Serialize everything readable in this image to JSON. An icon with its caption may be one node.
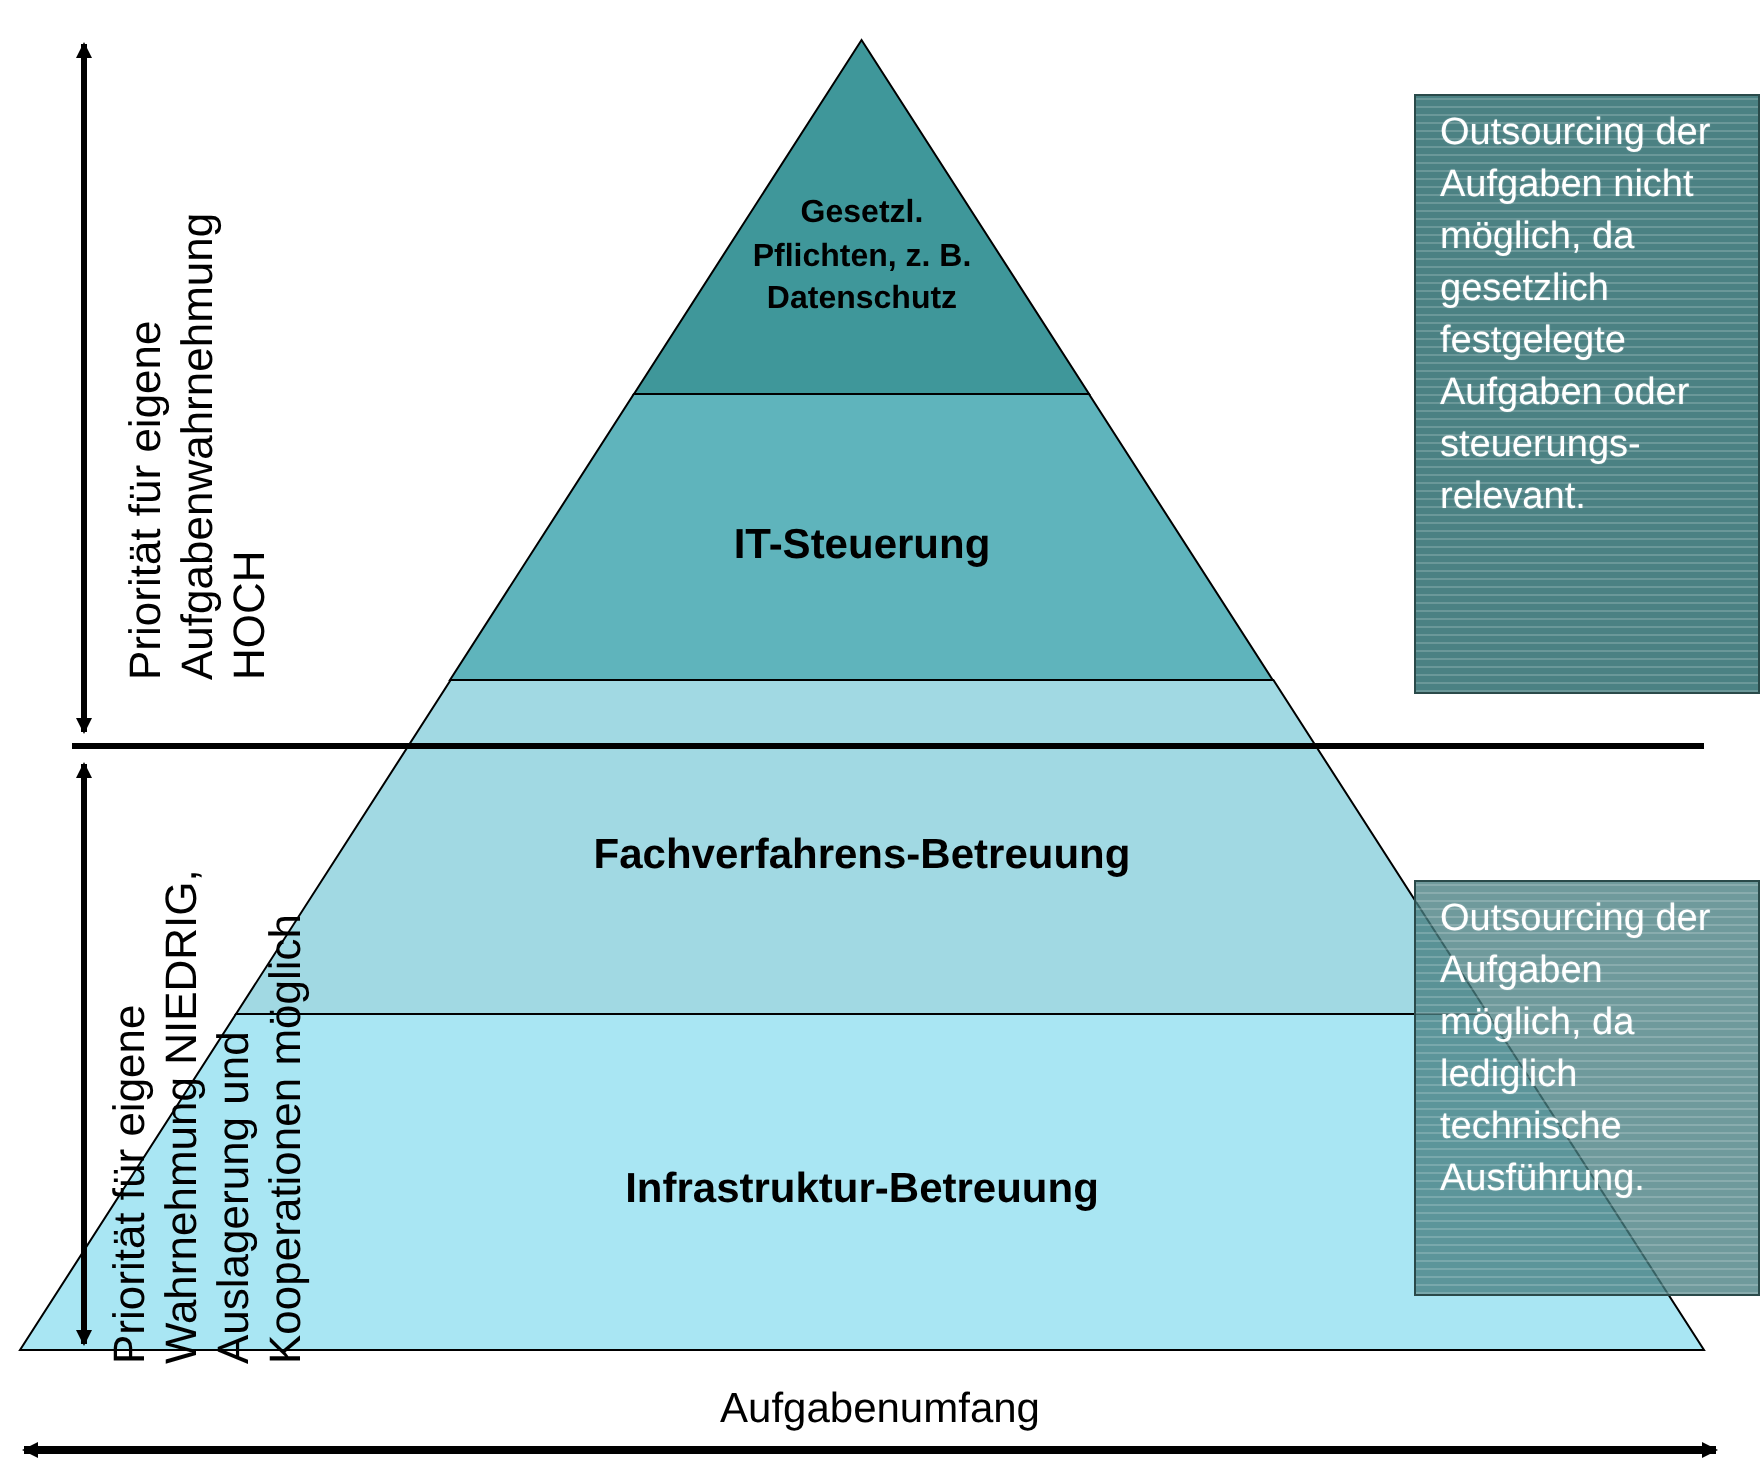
{
  "diagram": {
    "nodes": [
      {
        "text": [
          "Gesetzl. Pflichten, z. B. Datenschutz"
        ]
      },
      {
        "text": [
          "IT-Steuerung"
        ]
      },
      {
        "text": [
          "Fachverfahrens-Betreuung"
        ]
      },
      {
        "text": [
          "Infrastruktur-Betreuung"
        ]
      },
      {
        "text": [
          "Outsourcing der Aufgaben nicht möglich, da gesetzlich festgelegte Aufgaben oder steuerungs-relevant."
        ]
      },
      {
        "text": [
          "Outsourcing der Aufgaben möglich, da lediglich technische Ausführung."
        ]
      }
    ],
    "edges": [],
    "labels": [
      "Priorität für eigene Aufgabenwahrnehmung HOCH",
      "Priorität für eigene Wahrnehmung NIEDRIG, Auslagerung und Kooperationen möglich",
      "Aufgabenumfang"
    ]
  }
}
